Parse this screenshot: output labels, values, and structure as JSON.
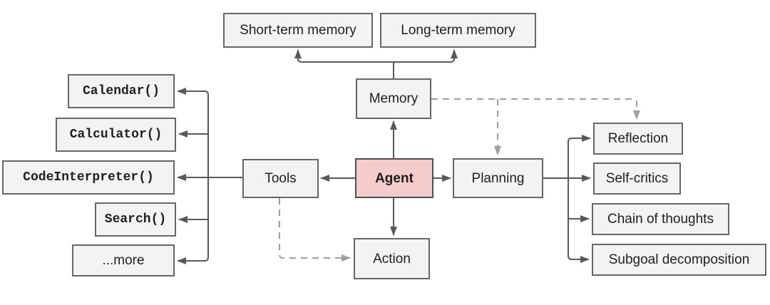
{
  "nodes": {
    "short_term_memory": {
      "label": "Short-term memory"
    },
    "long_term_memory": {
      "label": "Long-term memory"
    },
    "memory": {
      "label": "Memory"
    },
    "agent": {
      "label": "Agent"
    },
    "tools": {
      "label": "Tools"
    },
    "planning": {
      "label": "Planning"
    },
    "action": {
      "label": "Action"
    },
    "calendar": {
      "label": "Calendar()"
    },
    "calculator": {
      "label": "Calculator()"
    },
    "code_interpreter": {
      "label": "CodeInterpreter()"
    },
    "search": {
      "label": "Search()"
    },
    "more": {
      "label": "...more"
    },
    "reflection": {
      "label": "Reflection"
    },
    "self_critics": {
      "label": "Self-critics"
    },
    "chain_of_thoughts": {
      "label": "Chain of thoughts"
    },
    "subgoal_decomposition": {
      "label": "Subgoal decomposition"
    }
  },
  "edges": [
    {
      "from": "memory",
      "to": "short_term_memory",
      "style": "solid-arrow"
    },
    {
      "from": "memory",
      "to": "long_term_memory",
      "style": "solid-arrow"
    },
    {
      "from": "agent",
      "to": "memory",
      "style": "solid-arrow"
    },
    {
      "from": "agent",
      "to": "tools",
      "style": "solid-arrow"
    },
    {
      "from": "agent",
      "to": "planning",
      "style": "solid-arrow"
    },
    {
      "from": "agent",
      "to": "action",
      "style": "solid-arrow"
    },
    {
      "from": "tools",
      "to": "calendar",
      "style": "solid-arrow"
    },
    {
      "from": "tools",
      "to": "calculator",
      "style": "solid-arrow"
    },
    {
      "from": "tools",
      "to": "code_interpreter",
      "style": "solid-arrow"
    },
    {
      "from": "tools",
      "to": "search",
      "style": "solid-arrow"
    },
    {
      "from": "tools",
      "to": "more",
      "style": "solid-arrow"
    },
    {
      "from": "planning",
      "to": "reflection",
      "style": "solid-arrow"
    },
    {
      "from": "planning",
      "to": "self_critics",
      "style": "solid-arrow"
    },
    {
      "from": "planning",
      "to": "chain_of_thoughts",
      "style": "solid-arrow"
    },
    {
      "from": "planning",
      "to": "subgoal_decomposition",
      "style": "solid-arrow"
    },
    {
      "from": "memory",
      "to": "planning",
      "style": "dashed-arrow"
    },
    {
      "from": "memory",
      "to": "reflection",
      "style": "dashed-arrow"
    },
    {
      "from": "tools",
      "to": "action",
      "style": "dashed-arrow"
    }
  ],
  "colors": {
    "canvas_bg": "#ffffff",
    "node_fill": "#f3f3f3",
    "node_border": "#666666",
    "agent_fill": "#f4cccc",
    "agent_border": "#4f4f4f",
    "solid_line": "#595959",
    "dashed_line": "#9e9e9e",
    "text": "#1f1f1f"
  }
}
